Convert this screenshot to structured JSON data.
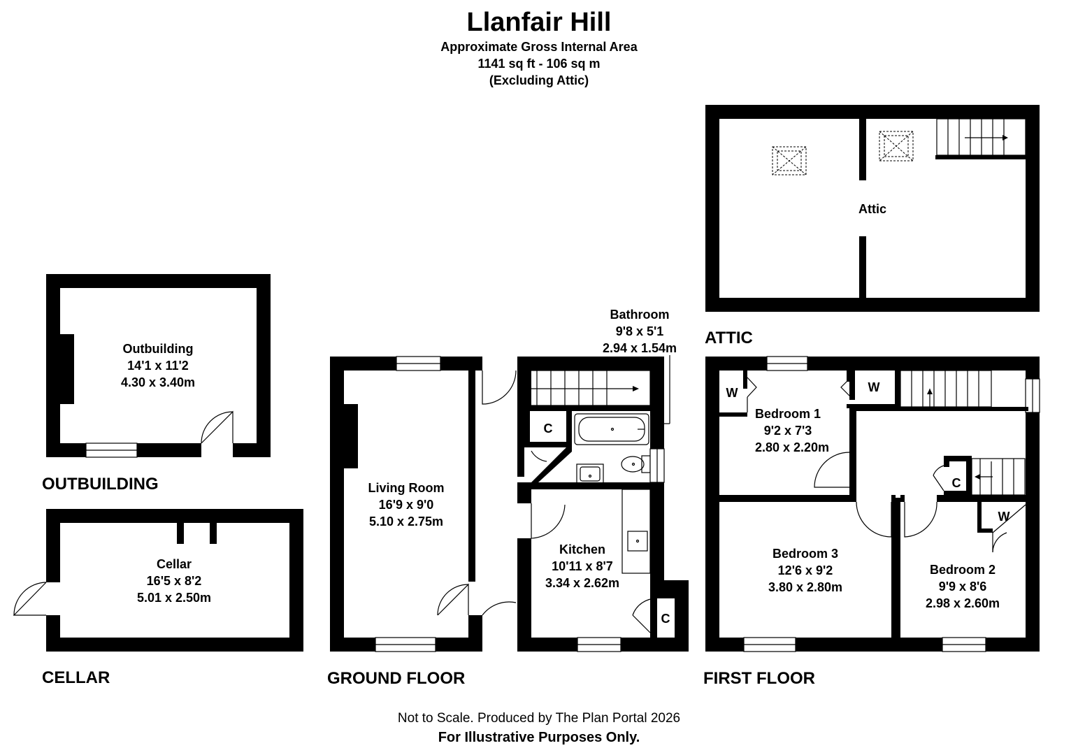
{
  "title": "Llanfair Hill",
  "area": {
    "line1": "Approximate Gross Internal Area",
    "line2": "1141 sq ft - 106 sq m",
    "line3": "(Excluding Attic)"
  },
  "floors": {
    "outbuilding": "OUTBUILDING",
    "cellar": "CELLAR",
    "ground": "GROUND FLOOR",
    "first": "FIRST FLOOR",
    "attic": "ATTIC"
  },
  "rooms": {
    "outbuilding": {
      "name": "Outbuilding",
      "imperial": "14'1 x 11'2",
      "metric": "4.30 x 3.40m"
    },
    "cellar": {
      "name": "Cellar",
      "imperial": "16'5 x 8'2",
      "metric": "5.01 x 2.50m"
    },
    "living": {
      "name": "Living Room",
      "imperial": "16'9 x 9'0",
      "metric": "5.10 x 2.75m"
    },
    "kitchen": {
      "name": "Kitchen",
      "imperial": "10'11 x 8'7",
      "metric": "3.34 x 2.62m"
    },
    "bathroom": {
      "name": "Bathroom",
      "imperial": "9'8 x 5'1",
      "metric": "2.94 x 1.54m"
    },
    "bedroom1": {
      "name": "Bedroom 1",
      "imperial": "9'2 x 7'3",
      "metric": "2.80 x 2.20m"
    },
    "bedroom2": {
      "name": "Bedroom 2",
      "imperial": "9'9 x 8'6",
      "metric": "2.98 x 2.60m"
    },
    "bedroom3": {
      "name": "Bedroom 3",
      "imperial": "12'6 x 9'2",
      "metric": "3.80 x 2.80m"
    },
    "attic": {
      "name": "Attic"
    }
  },
  "markers": {
    "cupboard": "C",
    "wardrobe": "W"
  },
  "footer": {
    "line1": "Not to Scale. Produced by The Plan Portal 2026",
    "line2": "For Illustrative Purposes Only."
  }
}
